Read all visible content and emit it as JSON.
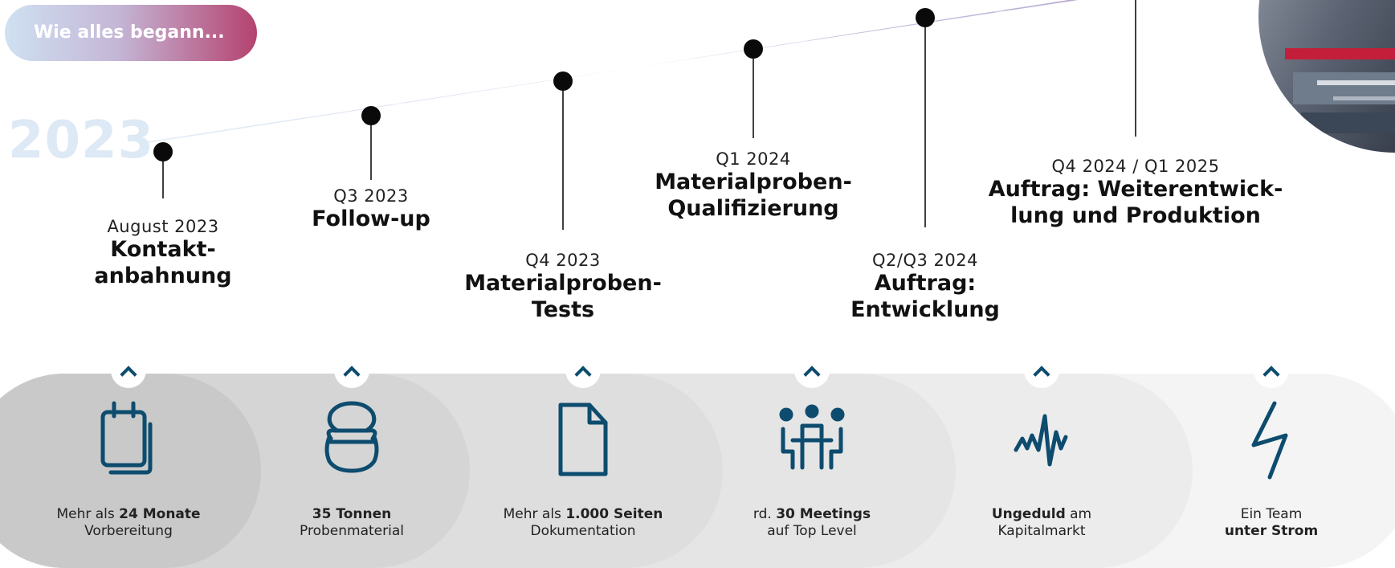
{
  "badge": {
    "label": "Wie alles begann..."
  },
  "year_label": "2023",
  "colors": {
    "accent_dark": "#0d4c6e",
    "brand_magenta": "#a8154f",
    "light_blue": "#dbe8f5"
  },
  "milestones": [
    {
      "date": "August 2023",
      "title": "Kontakt-\nanbahnung"
    },
    {
      "date": "Q3 2023",
      "title": "Follow-up"
    },
    {
      "date": "Q4 2023",
      "title": "Materialproben-\nTests"
    },
    {
      "date": "Q1 2024",
      "title": "Materialproben-\nQualifizierung"
    },
    {
      "date": "Q2/Q3 2024",
      "title": "Auftrag:\nEntwicklung"
    },
    {
      "date": "Q4 2024 / Q1 2025",
      "title": "Auftrag: Weiterentwick-\nlung und Produktion"
    }
  ],
  "stats": [
    {
      "icon": "clipboard-icon",
      "line1_pre": "Mehr als ",
      "line1_bold": "24 Monate",
      "line1_post": "",
      "line2_pre": "Vorbereitung",
      "line2_bold": ""
    },
    {
      "icon": "weight-icon",
      "line1_pre": "",
      "line1_bold": "35 Tonnen",
      "line1_post": "",
      "line2_pre": "Probenmaterial",
      "line2_bold": ""
    },
    {
      "icon": "document-icon",
      "line1_pre": "Mehr als ",
      "line1_bold": "1.000 Seiten",
      "line1_post": "",
      "line2_pre": "Dokumentation",
      "line2_bold": ""
    },
    {
      "icon": "meeting-icon",
      "line1_pre": "rd. ",
      "line1_bold": "30 Meetings",
      "line1_post": "",
      "line2_pre": "auf Top Level",
      "line2_bold": ""
    },
    {
      "icon": "pulse-icon",
      "line1_pre": "",
      "line1_bold": "Ungeduld",
      "line1_post": " am",
      "line2_pre": "Kapitalmarkt",
      "line2_bold": ""
    },
    {
      "icon": "lightning-icon",
      "line1_pre": "Ein Team",
      "line1_bold": "",
      "line1_post": "",
      "line2_pre": "",
      "line2_bold": "unter Strom"
    }
  ]
}
